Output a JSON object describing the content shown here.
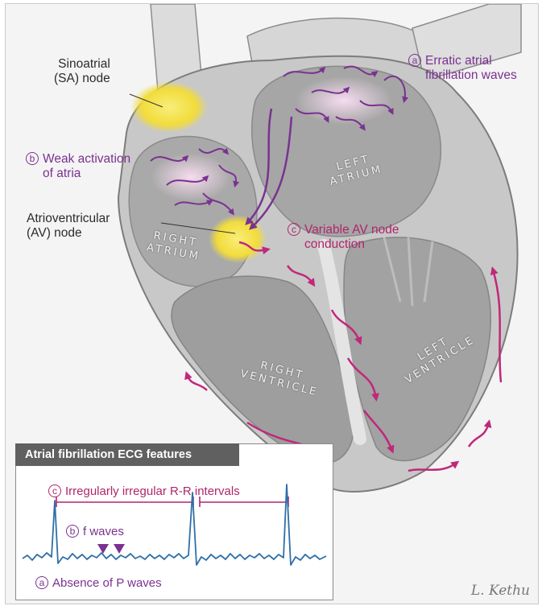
{
  "labels": {
    "sa_node": "Sinoatrial\n(SA) node",
    "av_node": "Atrioventricular\n(AV) node",
    "a_badge": "a",
    "a_text": "Erratic atrial\nfibrillation waves",
    "b_badge": "b",
    "b_text": "Weak activation\nof atria",
    "c_badge": "c",
    "c_text": "Variable AV node\nconduction"
  },
  "chambers": {
    "right_atrium": "RIGHT\nATRIUM",
    "left_atrium": "LEFT\nATRIUM",
    "right_ventricle": "RIGHT\nVENTRICLE",
    "left_ventricle": "LEFT\nVENTRICLE"
  },
  "ecg": {
    "title": "Atrial fibrillation ECG features",
    "c_badge": "c",
    "c_text": "Irregularly irregular R-R intervals",
    "b_badge": "b",
    "b_text": "f waves",
    "a_badge": "a",
    "a_text": "Absence of P waves"
  },
  "signature": "L. Kethu",
  "colors": {
    "purple": "#7a3290",
    "pink": "#c0287a",
    "node_yellow": "#f3e04a",
    "ecg_line": "#2f6fa8"
  }
}
